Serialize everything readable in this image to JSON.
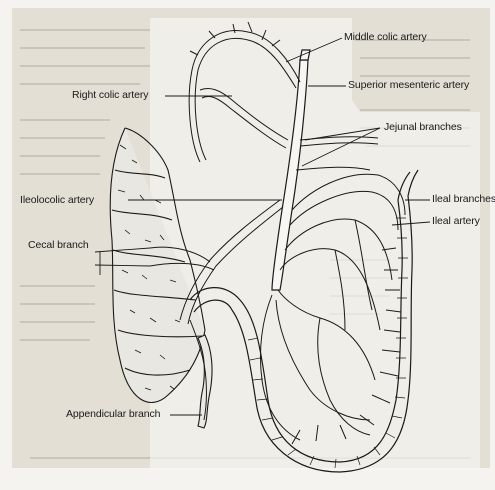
{
  "labels": {
    "middle_colic_artery": "Middle colic artery",
    "superior_mesenteric_artery": "Superior mesenteric artery",
    "right_colic_artery": "Right colic artery",
    "jejunal_branches": "Jejunal branches",
    "ileocolic_artery": "Ileolocolic artery",
    "ileal_branches": "Ileal branches",
    "ileal_artery": "Ileal artery",
    "cecal_branch": "Cecal branch",
    "appendicular_branch": "Appendicular branch"
  },
  "colors": {
    "page_background": "#f4f3ef",
    "text_page_background": "#d6d2c6",
    "ink": "#1a1a1a"
  }
}
